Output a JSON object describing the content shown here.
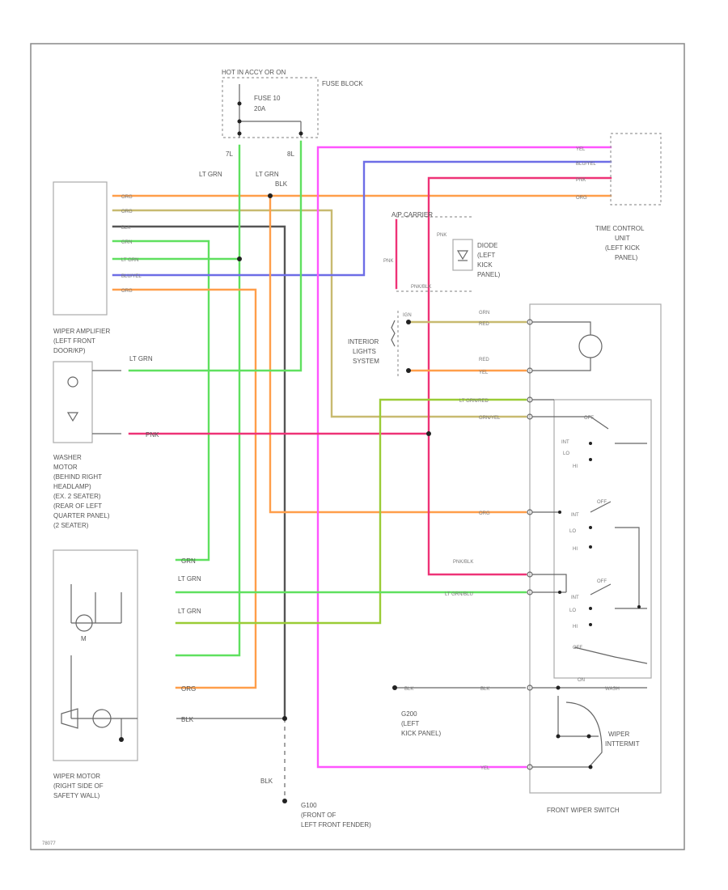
{
  "diagram": {
    "footer_code": "78077",
    "components": {
      "fuse_block": {
        "title": "FUSE BLOCK",
        "power": "HOT IN ACCY OR ON",
        "fuse": [
          "FUSE 10",
          "20A"
        ],
        "term_left": "7L",
        "term_right": "8L"
      },
      "time_control": {
        "lines": [
          "TIME CONTROL",
          "UNIT",
          "(LEFT KICK",
          "PANEL)"
        ],
        "wires": [
          "YEL",
          "BLU/YEL",
          "PNK",
          "ORG"
        ]
      },
      "amplifier": {
        "lines": [
          "WIPER AMPLIFIER",
          "(LEFT FRONT",
          "DOOR/KP)"
        ],
        "pins": [
          "ORG",
          "ORG",
          "BLK",
          "GRN",
          "LT GRN",
          "BLU/YEL",
          "ORG"
        ]
      },
      "diode": {
        "lines": [
          "DIODE",
          "(LEFT",
          "KICK",
          "PANEL)"
        ],
        "top": "A/P  CARRIER",
        "pnk": "PNK",
        "pnkblk": "PNK/BLK",
        "pnk_side": "PNK"
      },
      "interior": {
        "lines": [
          "INTERIOR",
          "LIGHTS",
          "SYSTEM"
        ],
        "ign": "IGN",
        "grn_red": [
          "GRN",
          "RED"
        ],
        "red_yel": [
          "RED",
          "YEL"
        ]
      },
      "washer": {
        "lines": [
          "WASHER",
          "MOTOR",
          "(BEHIND RIGHT",
          "HEADLAMP)",
          "(EX. 2 SEATER)",
          "(REAR OF LEFT",
          "QUARTER PANEL)",
          "(2 SEATER)"
        ]
      },
      "wiper_motor": {
        "lines": [
          "WIPER MOTOR",
          "(RIGHT SIDE OF",
          "SAFETY WALL)"
        ],
        "m": "M"
      },
      "g100": {
        "lines": [
          "G100",
          "(FRONT OF",
          "LEFT FRONT FENDER)"
        ],
        "blk": "BLK"
      },
      "g200": {
        "lines": [
          "G200",
          "(LEFT",
          "KICK PANEL)"
        ],
        "blk": "BLK"
      },
      "switch": {
        "title": "FRONT WIPER SWITCH",
        "settings": [
          "INT",
          "OFF",
          "LO",
          "HI"
        ],
        "wash": "WASH",
        "on": "ON",
        "intermit": [
          "WIPER",
          "INTTERMIT"
        ]
      }
    },
    "wire_labels": {
      "lt_grn": "LT GRN",
      "lt_grn_blk": "LT GRN BLK",
      "lt_grn_red": "LT GRN RED",
      "grn_red": "GRN RED",
      "grn": "GRN",
      "org": "ORG",
      "blk": "BLK",
      "pnk": "PNK",
      "yel": "YEL",
      "pnk_blk": "PNK/BLK",
      "grn_yel": "GRN/YEL",
      "lt_grn_blu": "LT GRN/BLU",
      "lt_grn_red2": "LT GRN/RED",
      "red_yel": "RED YEL"
    }
  }
}
